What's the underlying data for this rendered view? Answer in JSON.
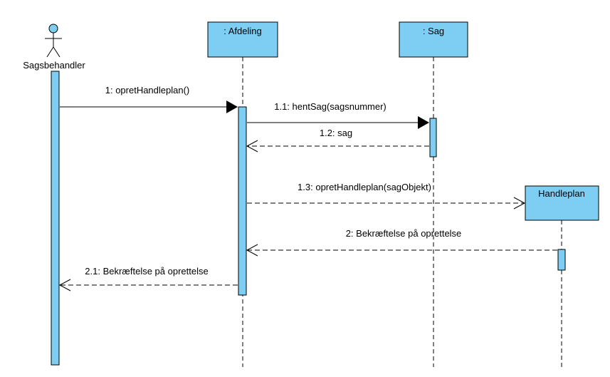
{
  "colors": {
    "fill": "#7ecef4",
    "stroke": "#000000",
    "background": "#ffffff"
  },
  "actor": {
    "label": "Sagsbehandler"
  },
  "lifelines": {
    "afdeling": ": Afdeling",
    "sag": ": Sag",
    "handleplan": "Handleplan"
  },
  "messages": [
    {
      "id": "m1",
      "label": "1: opretHandleplan()",
      "kind": "sync"
    },
    {
      "id": "m1_1",
      "label": "1.1: hentSag(sagsnummer)",
      "kind": "sync"
    },
    {
      "id": "m1_2",
      "label": "1.2: sag",
      "kind": "return"
    },
    {
      "id": "m1_3",
      "label": "1.3: opretHandleplan(sagObjekt)",
      "kind": "create"
    },
    {
      "id": "m2",
      "label": "2: Bekræftelse på oprettelse",
      "kind": "return"
    },
    {
      "id": "m2_1",
      "label": "2.1: Bekræftelse på oprettelse",
      "kind": "return"
    }
  ]
}
